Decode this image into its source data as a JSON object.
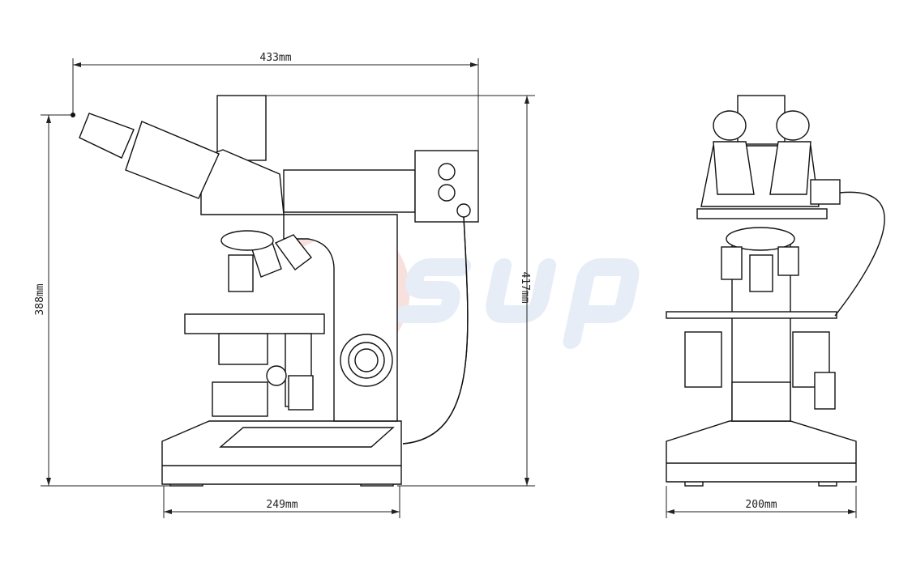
{
  "dimensions": {
    "overall_width_side": "433mm",
    "eyepiece_height": "388mm",
    "overall_height": "417mm",
    "base_width_side": "249mm",
    "base_width_front": "200mm"
  },
  "watermark": {
    "text": "sup",
    "colors": [
      "#dfe6f5",
      "#f7d9d6"
    ]
  },
  "colors": {
    "line": "#111111",
    "background": "#ffffff"
  }
}
